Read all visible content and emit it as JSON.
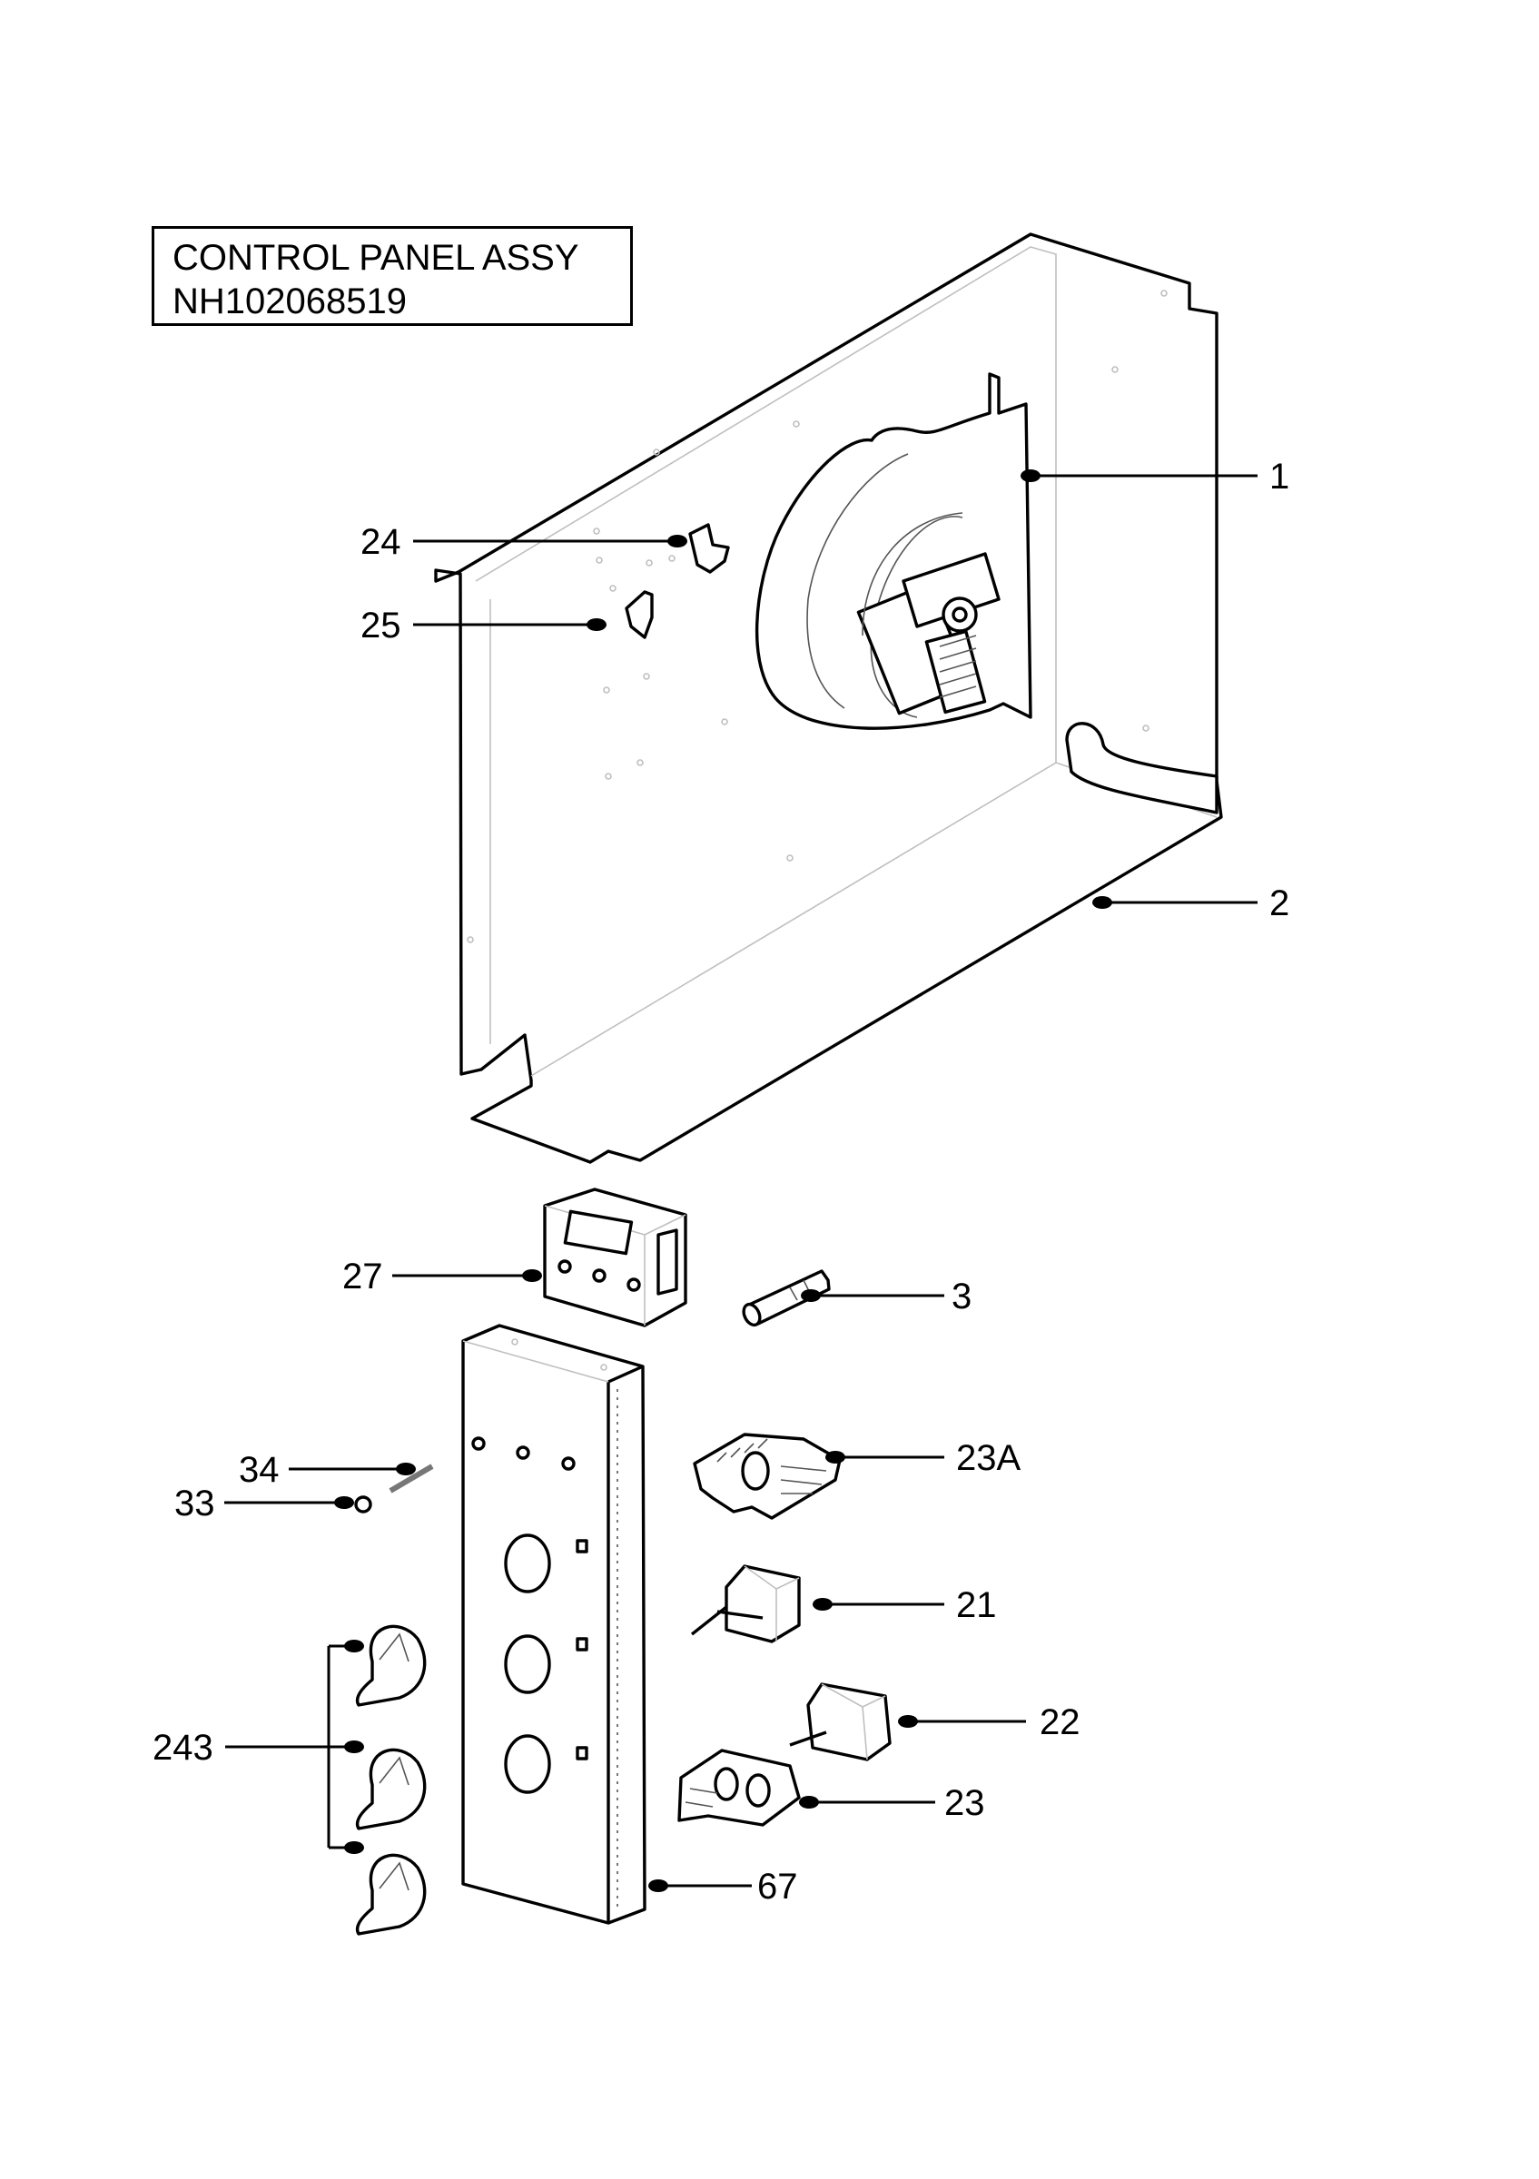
{
  "title": {
    "line1": "CONTROL PANEL ASSY",
    "line2": "NH102068519"
  },
  "callouts": {
    "c1": "1",
    "c2": "2",
    "c3": "3",
    "c21": "21",
    "c22": "22",
    "c23": "23",
    "c23a": "23A",
    "c24": "24",
    "c25": "25",
    "c27": "27",
    "c33": "33",
    "c34": "34",
    "c67": "67",
    "c243": "243"
  }
}
